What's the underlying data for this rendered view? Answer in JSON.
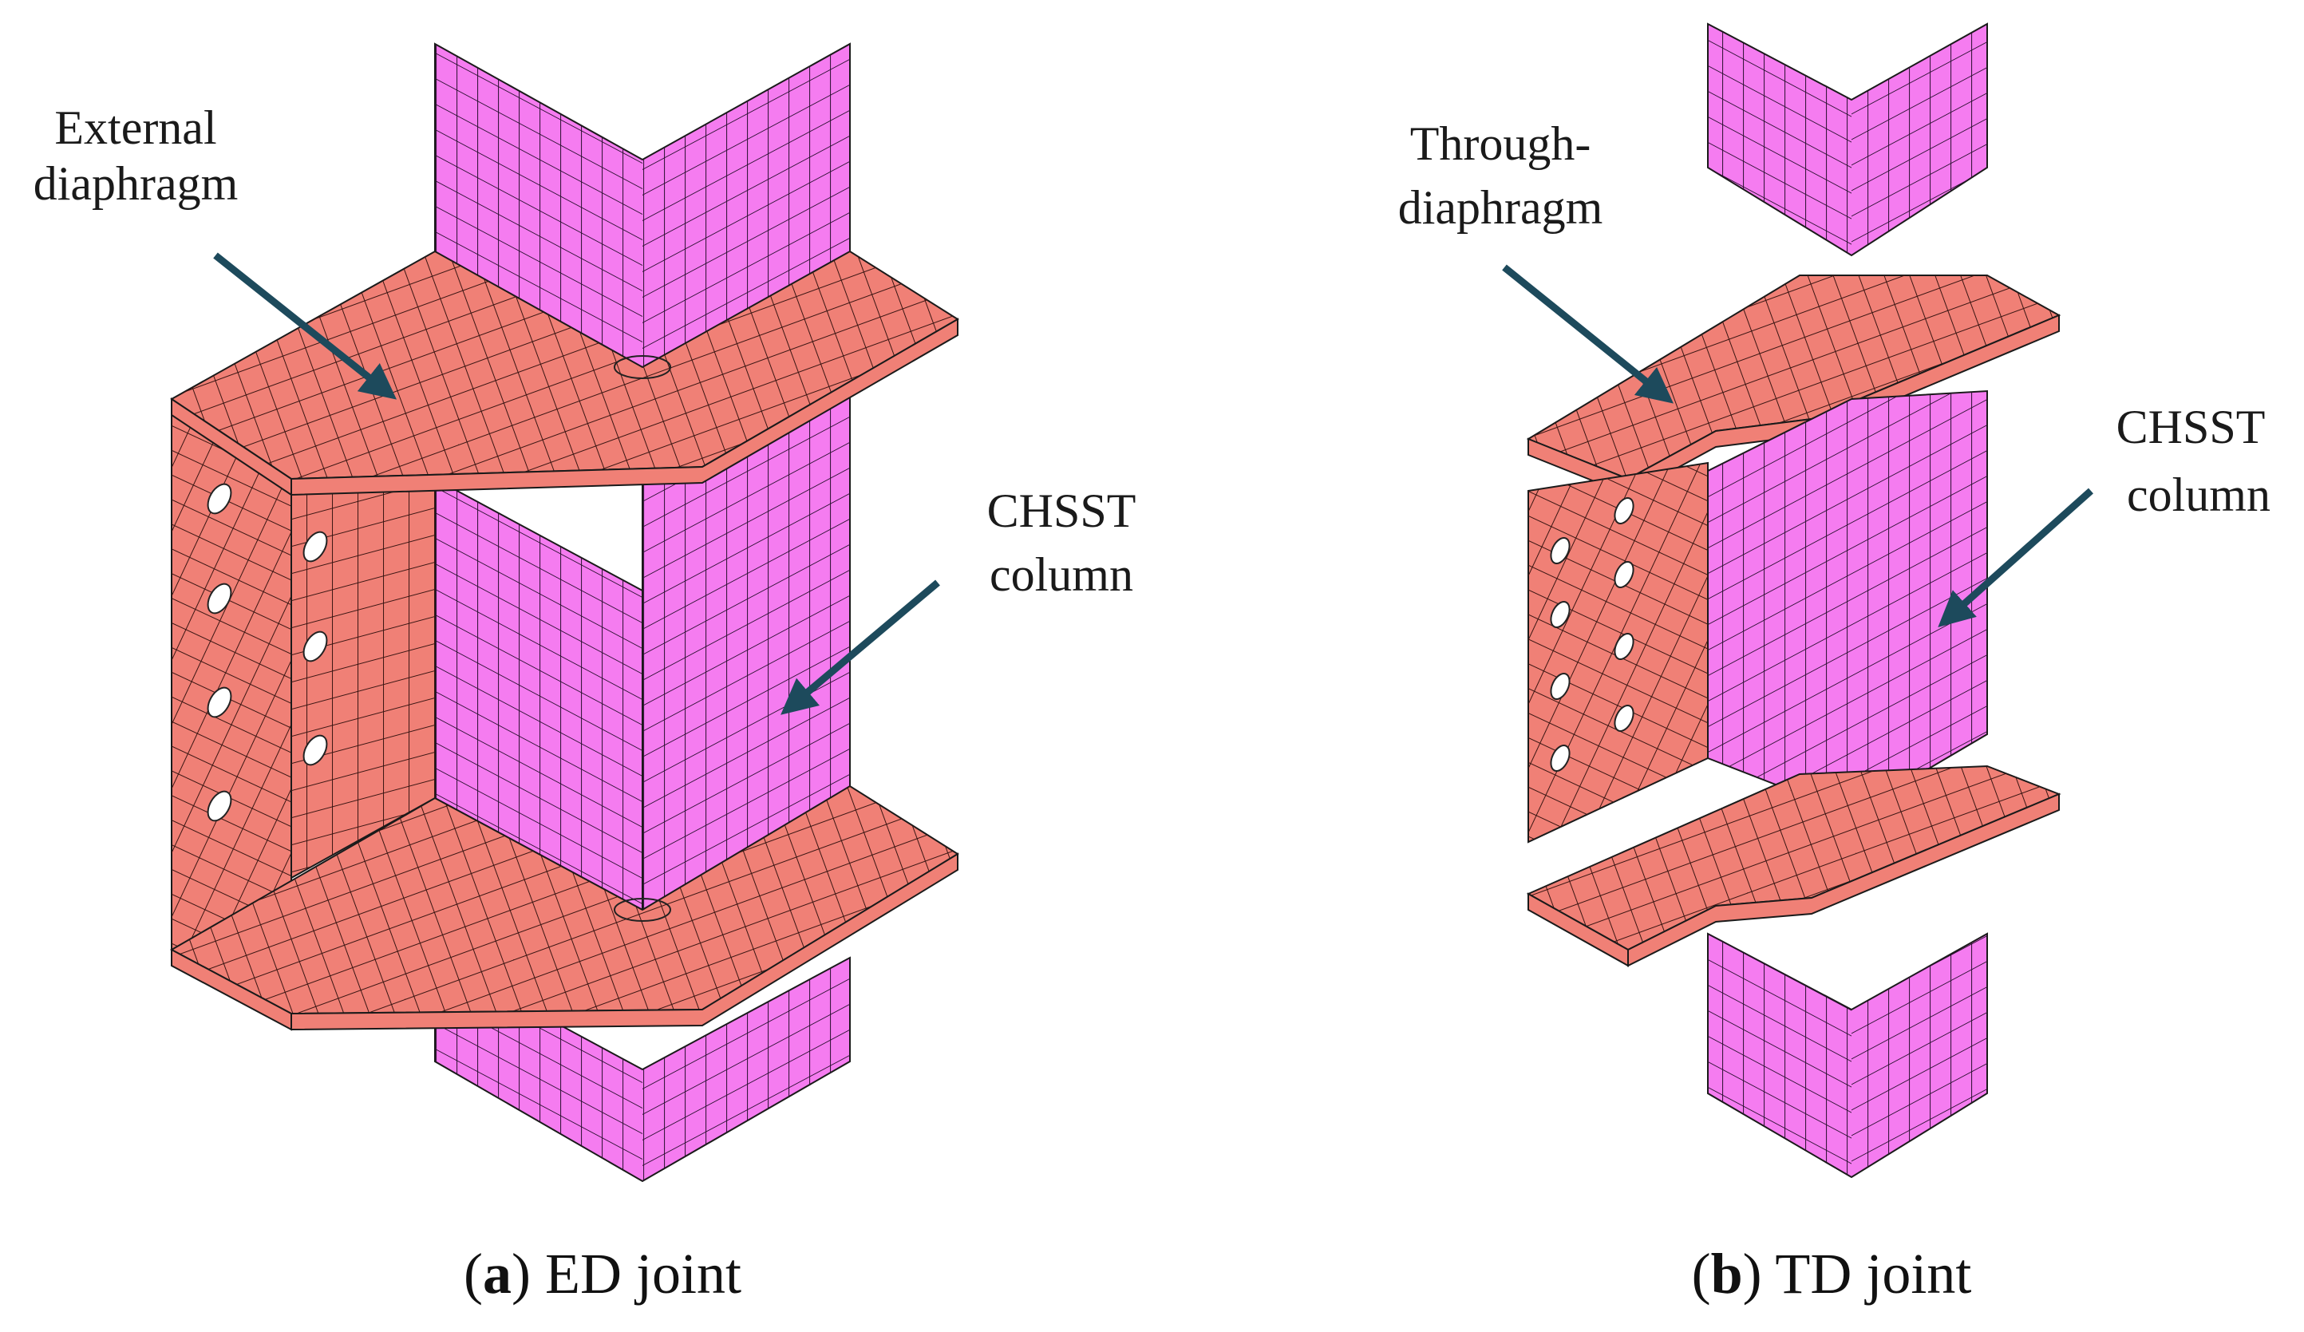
{
  "figure": {
    "panel_a": {
      "caption_letter": "a",
      "caption_text": "ED joint",
      "labels": {
        "diaphragm": [
          "External",
          "diaphragm"
        ],
        "column": [
          "CHSST",
          "column"
        ]
      }
    },
    "panel_b": {
      "caption_letter": "b",
      "caption_text": "TD joint",
      "labels": {
        "diaphragm": [
          "Through-",
          "diaphragm"
        ],
        "column": [
          "CHSST",
          "column"
        ]
      }
    }
  },
  "colors": {
    "column_fill": "#f57cf0",
    "diaphragm_fill": "#f08076",
    "mesh_line": "#1a1a1a",
    "arrow": "#1d4a5c",
    "hole": "#ffffff"
  },
  "icons": {
    "arrow": "arrow-icon"
  }
}
